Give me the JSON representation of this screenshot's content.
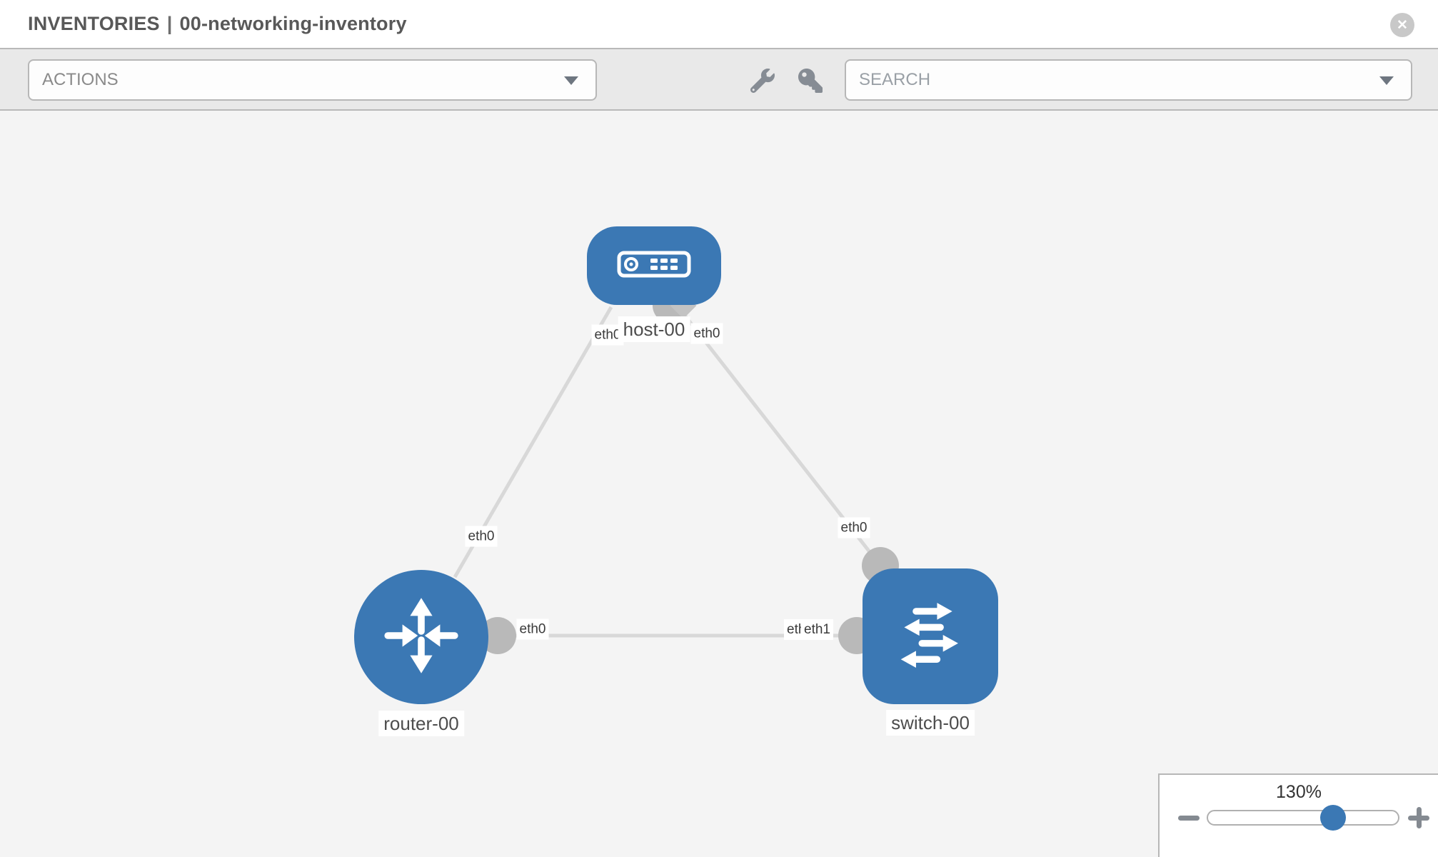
{
  "header": {
    "section": "INVENTORIES",
    "separator": "|",
    "inventory_name": "00-networking-inventory",
    "close_glyph": "✕"
  },
  "toolbar": {
    "actions_label": "ACTIONS",
    "search_label": "SEARCH",
    "icons": [
      "wrench-icon",
      "key-icon"
    ]
  },
  "topology": {
    "nodes": [
      {
        "id": "host-00",
        "type": "host",
        "label": "host-00"
      },
      {
        "id": "router-00",
        "type": "router",
        "label": "router-00"
      },
      {
        "id": "switch-00",
        "type": "switch",
        "label": "switch-00"
      }
    ],
    "links": [
      {
        "from": "router-00",
        "to": "host-00",
        "from_interface": "eth0",
        "to_interface": "eth0"
      },
      {
        "from": "host-00",
        "to": "switch-00",
        "from_interface": "eth0",
        "to_interface": "eth0"
      },
      {
        "from": "router-00",
        "to": "switch-00",
        "from_interface": "eth0",
        "to_interface": "eth1"
      }
    ],
    "interface_chips": [
      {
        "text": "eth0",
        "link": "router-host",
        "end": "host"
      },
      {
        "text": "eth0",
        "link": "router-host",
        "end": "router"
      },
      {
        "text": "eth0",
        "link": "host-switch",
        "end": "host"
      },
      {
        "text": "eth0",
        "link": "host-switch",
        "end": "switch"
      },
      {
        "text": "eth0",
        "link": "router-switch",
        "end": "router"
      },
      {
        "text": "eth0",
        "link": "router-switch",
        "end": "switch-behind"
      },
      {
        "text": "eth1",
        "link": "router-switch",
        "end": "switch-front"
      }
    ]
  },
  "zoom_control": {
    "level": "130%",
    "minus_icon": "minus-icon",
    "plus_icon": "plus-icon"
  },
  "colors": {
    "node_blue": "#3b78b4",
    "link_gray": "#d8d8d8",
    "interface_gray": "#b9b9b9",
    "canvas_bg": "#f4f4f4",
    "toolbar_bg": "#e9e9e9",
    "border_gray": "#b7b7b7"
  }
}
